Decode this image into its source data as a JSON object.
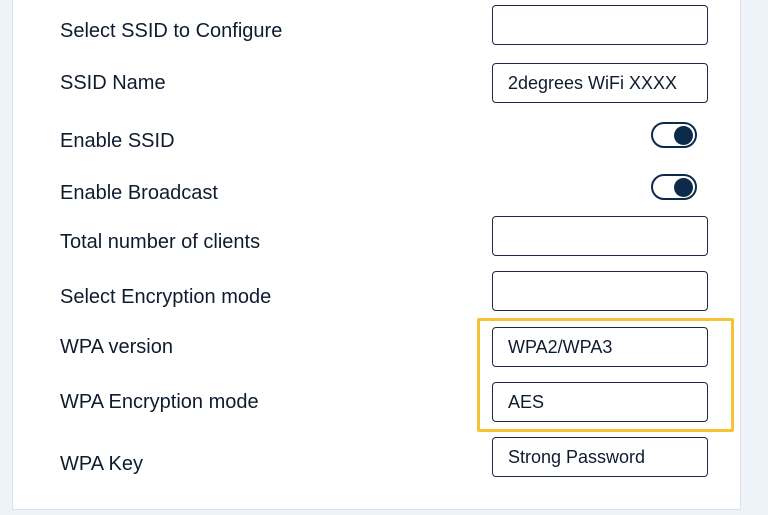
{
  "form": {
    "rows": [
      {
        "label": "Select SSID to Configure",
        "value": ""
      },
      {
        "label": "SSID Name",
        "value": "2degrees WiFi XXXX"
      },
      {
        "label": "Enable SSID",
        "toggle": "on"
      },
      {
        "label": "Enable Broadcast",
        "toggle": "on"
      },
      {
        "label": "Total number of clients",
        "value": ""
      },
      {
        "label": "Select Encryption mode",
        "value": ""
      },
      {
        "label": "WPA version",
        "value": "WPA2/WPA3"
      },
      {
        "label": "WPA Encryption mode",
        "value": "AES"
      },
      {
        "label": "WPA Key",
        "value": "Strong Password"
      }
    ]
  },
  "colors": {
    "highlight": "#f7c234",
    "toggle_on": "#0c2a4a",
    "text": "#0f1c2e"
  }
}
